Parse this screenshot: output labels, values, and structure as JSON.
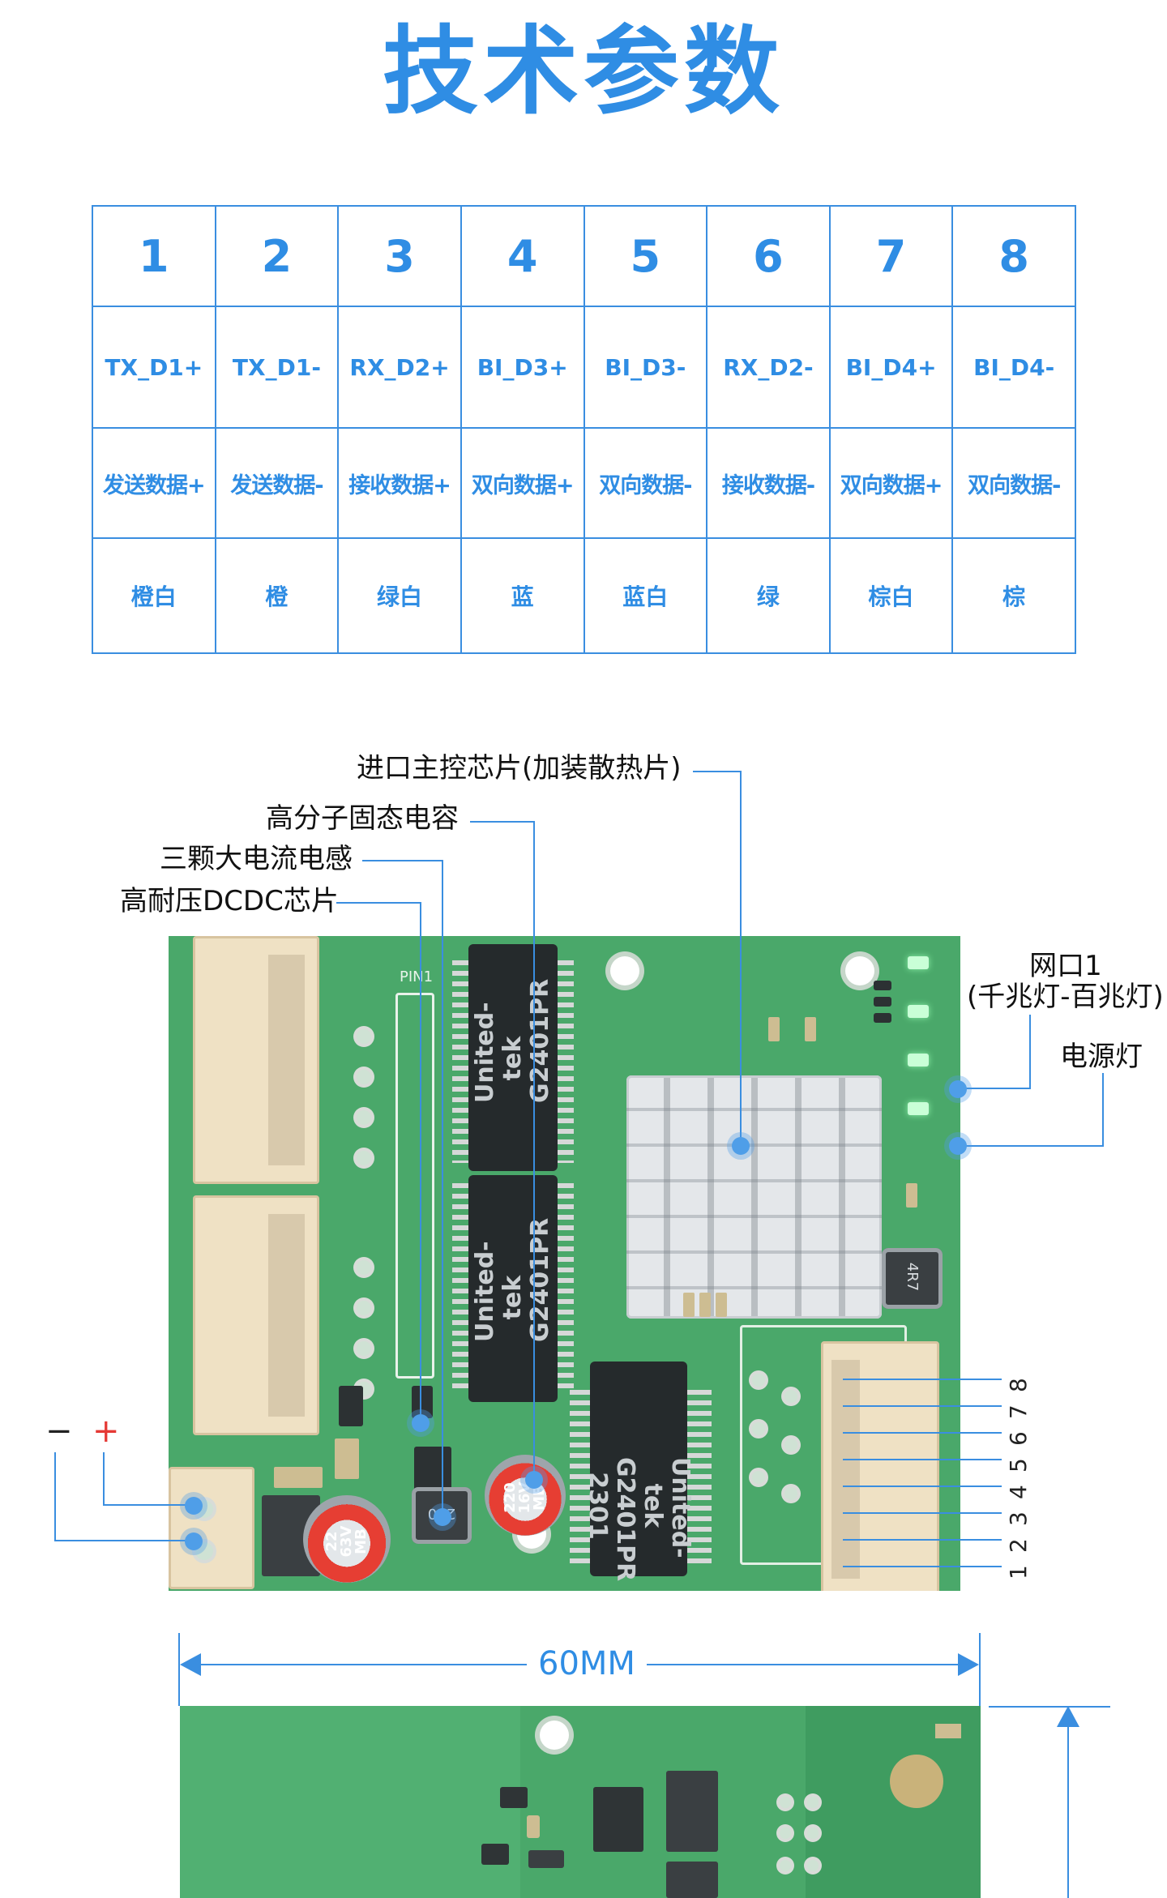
{
  "title": "技术参数",
  "pin_table": {
    "numbers": [
      "1",
      "2",
      "3",
      "4",
      "5",
      "6",
      "7",
      "8"
    ],
    "signals": [
      "TX_D1+",
      "TX_D1-",
      "RX_D2+",
      "BI_D3+",
      "BI_D3-",
      "RX_D2-",
      "BI_D4+",
      "BI_D4-"
    ],
    "descriptions": [
      "发送数据+",
      "发送数据-",
      "接收数据+",
      "双向数据+",
      "双向数据-",
      "接收数据-",
      "双向数据+",
      "双向数据-"
    ],
    "colors": [
      "橙白",
      "橙",
      "绿白",
      "蓝",
      "蓝白",
      "绿",
      "棕白",
      "棕"
    ]
  },
  "callouts": {
    "main_chip": "进口主控芯片(加装散热片)",
    "solid_cap": "高分子固态电容",
    "inductor": "三颗大电流电感",
    "dcdc": "高耐压DCDC芯片",
    "port_led_line1": "网口1",
    "port_led_line2": "(千兆灯-百兆灯)",
    "power_led": "电源灯"
  },
  "polarity": {
    "minus": "−",
    "plus": "+",
    "minus_color": "#222222",
    "plus_color": "#e53935"
  },
  "pin_numbers_right": [
    "8",
    "7",
    "6",
    "5",
    "4",
    "3",
    "2",
    "1"
  ],
  "dimension": "60MM",
  "board_silk": {
    "chip_brand": "United-tek",
    "chip_model": "G2401PR",
    "chip_date": "2301",
    "cap_big": [
      "220",
      "16V",
      "MB"
    ],
    "cap_small": [
      "22",
      "63V",
      "MB"
    ],
    "inductor_small": "220",
    "inductor_right": "4R7",
    "pin_header": "PIN1"
  },
  "colors": {
    "accent": "#2f8de4",
    "board": "#4aa86a"
  }
}
